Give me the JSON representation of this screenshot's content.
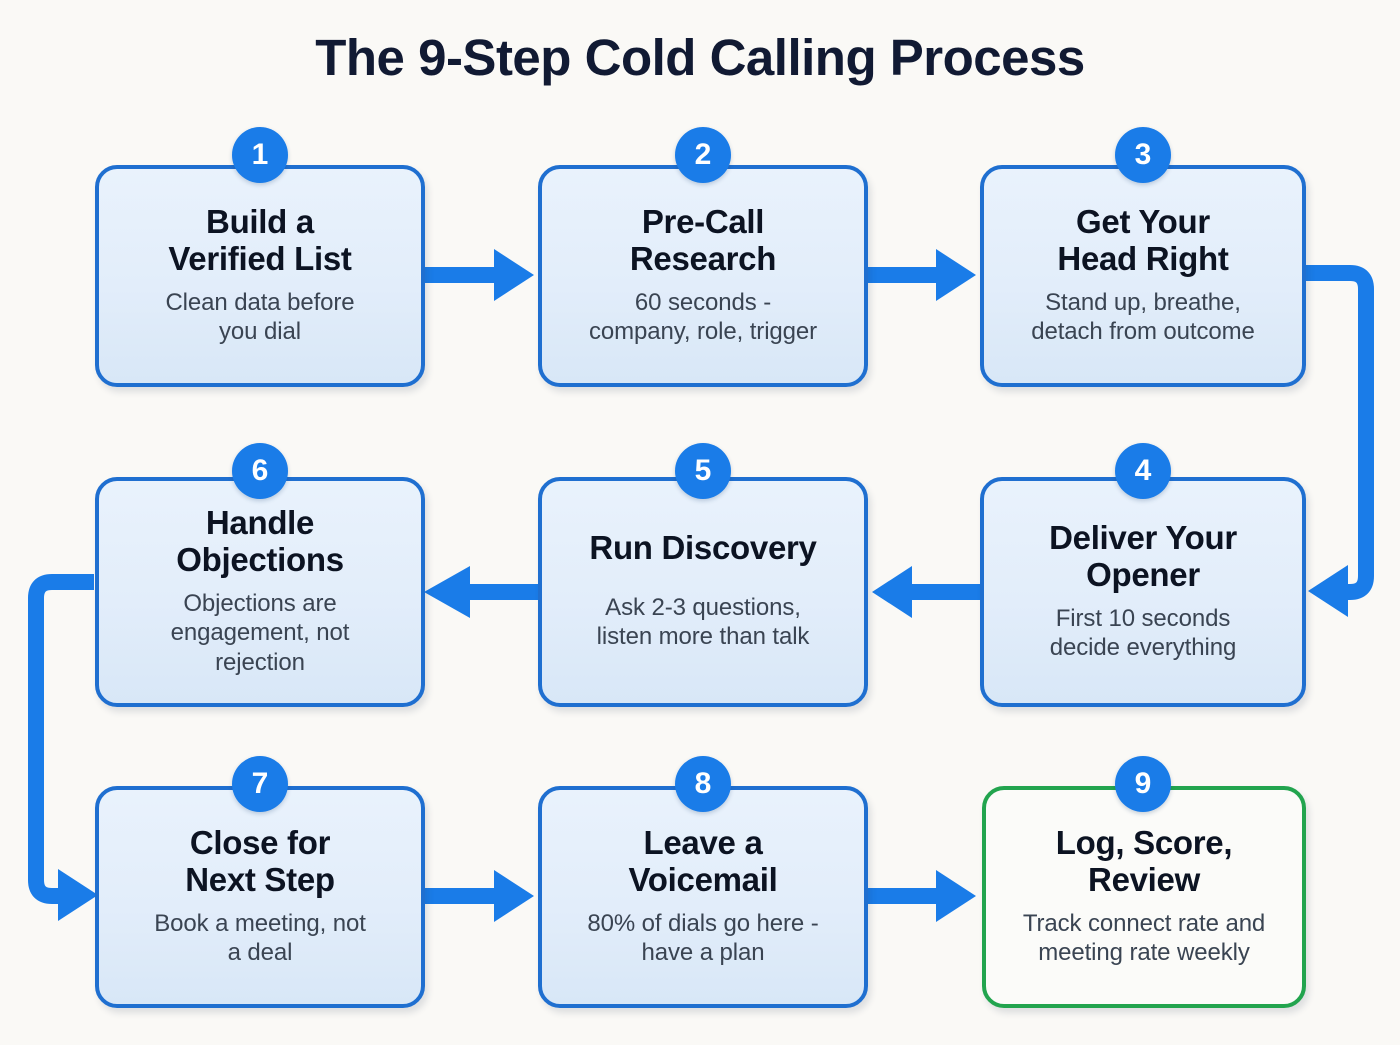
{
  "title": "The 9-Step Cold Calling Process",
  "colors": {
    "background": "#faf9f6",
    "box_border": "#1f6fd0",
    "box_fill": "#e4eefb",
    "final_border": "#22a44e",
    "final_fill": "#fbfbf9",
    "badge": "#1a7ce8",
    "arrow": "#1a7ce8",
    "title_text": "#111a33",
    "step_title_text": "#0c1322",
    "step_desc_text": "#3a4452"
  },
  "steps": [
    {
      "number": "1",
      "title": "Build a\nVerified List",
      "title_line1": "Build a",
      "title_line2": "Verified List",
      "desc": "Clean data before you dial",
      "desc_line1": "Clean data before",
      "desc_line2": "you dial",
      "accent": "blue"
    },
    {
      "number": "2",
      "title": "Pre-Call\nResearch",
      "title_line1": "Pre-Call",
      "title_line2": "Research",
      "desc": "60 seconds - company, role, trigger",
      "desc_line1": "60 seconds -",
      "desc_line2": "company, role, trigger",
      "accent": "blue"
    },
    {
      "number": "3",
      "title": "Get Your\nHead Right",
      "title_line1": "Get Your",
      "title_line2": "Head Right",
      "desc": "Stand up, breathe, detach from outcome",
      "desc_line1": "Stand up, breathe,",
      "desc_line2": "detach from outcome",
      "accent": "blue"
    },
    {
      "number": "4",
      "title": "Deliver Your\nOpener",
      "title_line1": "Deliver Your",
      "title_line2": "Opener",
      "desc": "First 10 seconds decide everything",
      "desc_line1": "First 10 seconds",
      "desc_line2": "decide everything",
      "accent": "blue"
    },
    {
      "number": "5",
      "title": "Run Discovery",
      "title_line1": "Run Discovery",
      "title_line2": "",
      "desc": "Ask 2-3 questions, listen more than talk",
      "desc_line1": "Ask 2-3 questions,",
      "desc_line2": "listen more than talk",
      "accent": "blue"
    },
    {
      "number": "6",
      "title": "Handle\nObjections",
      "title_line1": "Handle",
      "title_line2": "Objections",
      "desc": "Objections are engagement, not rejection",
      "desc_line1": "Objections are",
      "desc_line2": "engagement, not",
      "desc_line3": "rejection",
      "accent": "blue"
    },
    {
      "number": "7",
      "title": "Close for\nNext Step",
      "title_line1": "Close for",
      "title_line2": "Next Step",
      "desc": "Book a meeting, not a deal",
      "desc_line1": "Book a meeting, not",
      "desc_line2": "a deal",
      "accent": "blue"
    },
    {
      "number": "8",
      "title": "Leave a\nVoicemail",
      "title_line1": "Leave a",
      "title_line2": "Voicemail",
      "desc": "80% of dials go here - have a plan",
      "desc_line1": "80% of dials go here -",
      "desc_line2": "have a plan",
      "accent": "blue"
    },
    {
      "number": "9",
      "title": "Log, Score,\nReview",
      "title_line1": "Log, Score,",
      "title_line2": "Review",
      "desc": "Track connect rate and meeting rate weekly",
      "desc_line1": "Track connect rate and",
      "desc_line2": "meeting rate weekly",
      "accent": "green"
    }
  ],
  "connectors": [
    {
      "name": "arrow-1-to-2",
      "from": "1",
      "to": "2",
      "direction": "right"
    },
    {
      "name": "arrow-2-to-3",
      "from": "2",
      "to": "3",
      "direction": "right"
    },
    {
      "name": "elbow-3-to-4",
      "from": "3",
      "to": "4",
      "direction": "right-down-left"
    },
    {
      "name": "arrow-4-to-5",
      "from": "4",
      "to": "5",
      "direction": "left"
    },
    {
      "name": "arrow-5-to-6",
      "from": "5",
      "to": "6",
      "direction": "left"
    },
    {
      "name": "elbow-6-to-7",
      "from": "6",
      "to": "7",
      "direction": "left-down-right"
    },
    {
      "name": "arrow-7-to-8",
      "from": "7",
      "to": "8",
      "direction": "right"
    },
    {
      "name": "arrow-8-to-9",
      "from": "8",
      "to": "9",
      "direction": "right"
    }
  ]
}
